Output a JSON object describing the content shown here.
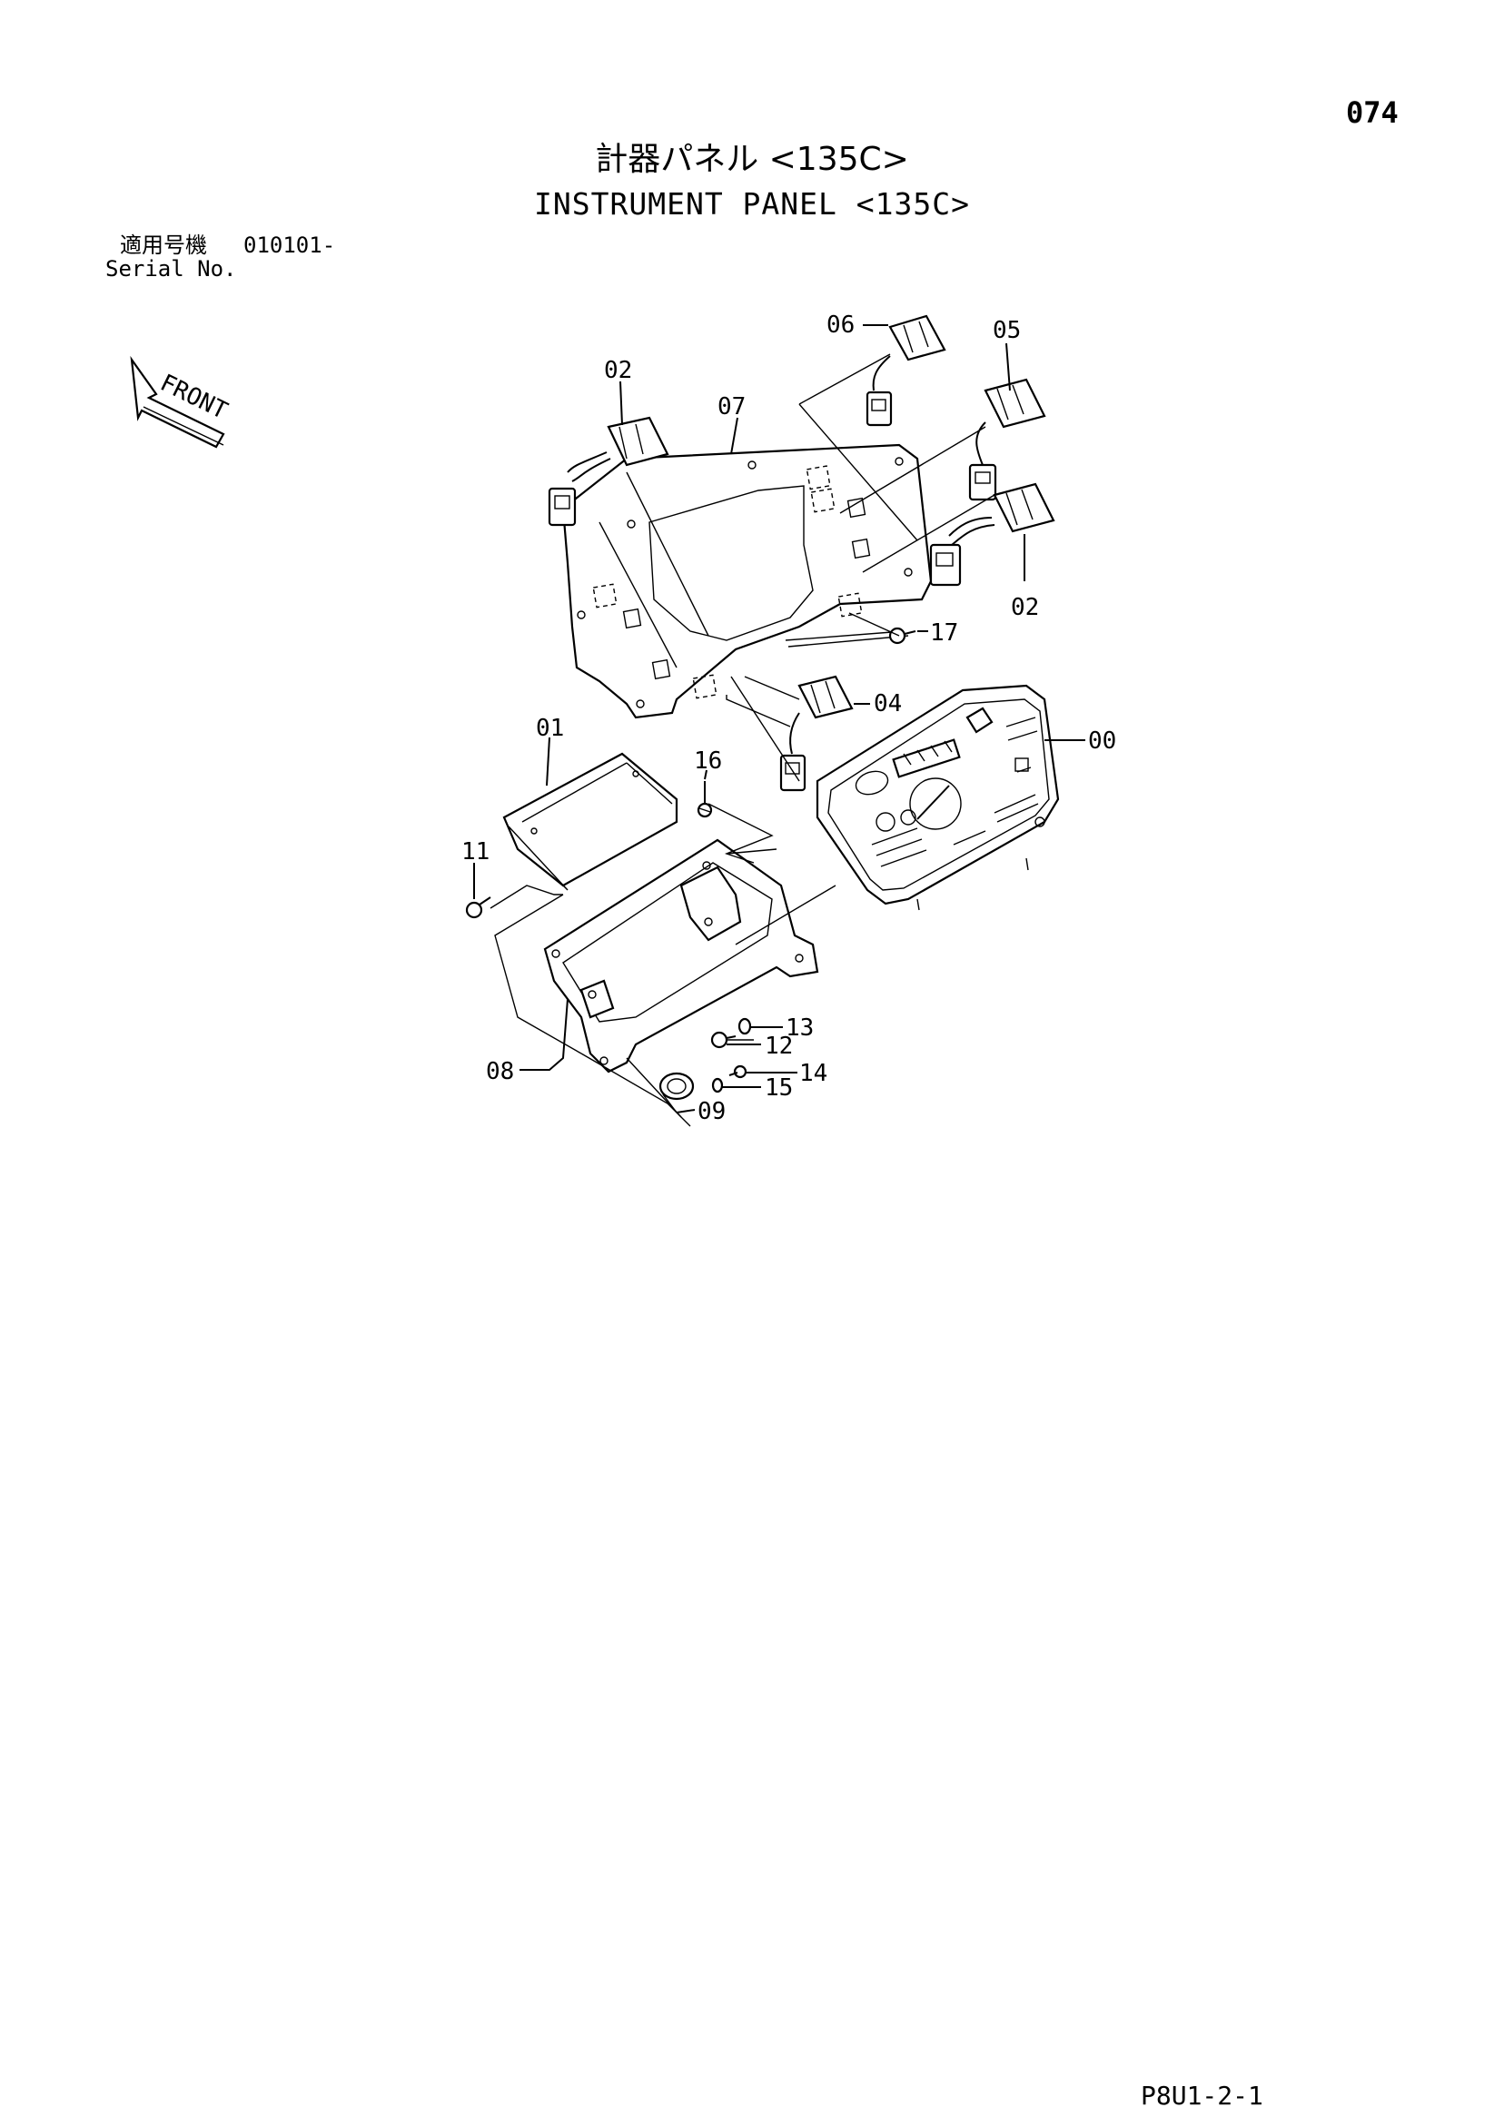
{
  "header": {
    "page_number": "074",
    "title_jp": "計器パネル <135C>",
    "title_en": "INSTRUMENT PANEL <135C>"
  },
  "serial": {
    "label_jp": "適用号機",
    "range": "010101-",
    "label_en": "Serial No."
  },
  "front_arrow_label": "FRONT",
  "callouts": {
    "c00": "00",
    "c01": "01",
    "c02a": "02",
    "c02b": "02",
    "c04": "04",
    "c05": "05",
    "c06": "06",
    "c07": "07",
    "c08": "08",
    "c09": "09",
    "c11": "11",
    "c12": "12",
    "c13": "13",
    "c14": "14",
    "c15": "15",
    "c16": "16",
    "c17": "17"
  },
  "footer": {
    "page_code": "P8U1-2-1"
  }
}
